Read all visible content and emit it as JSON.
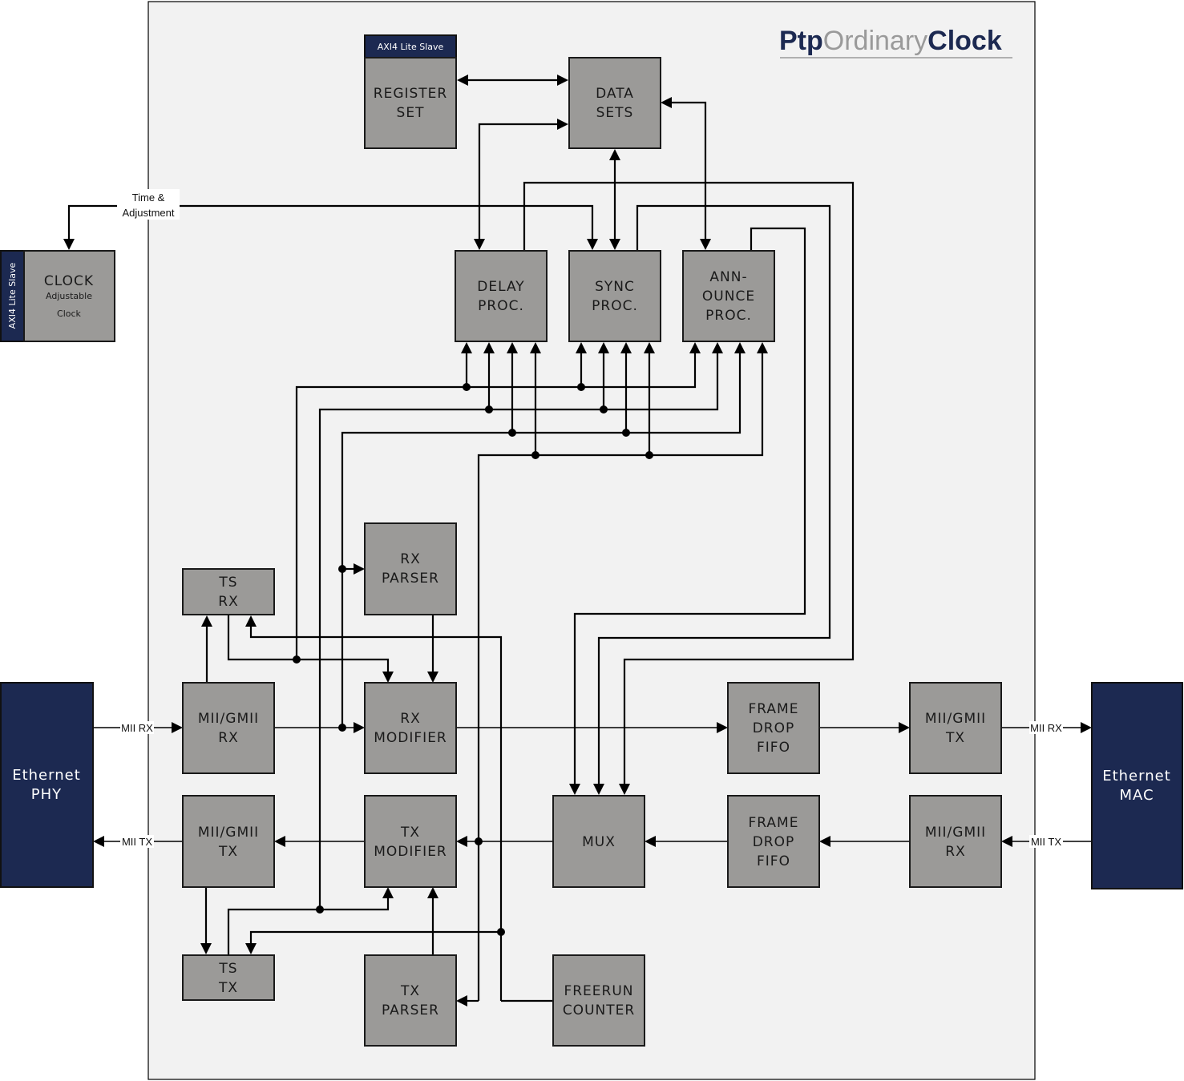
{
  "title": {
    "part1": "Ptp",
    "part2": "Ordinary",
    "part3": "Clock"
  },
  "interface_header": "AXI4 Lite Slave",
  "external": {
    "phy": {
      "line1": "Ethernet",
      "line2": "PHY"
    },
    "mac": {
      "line1": "Ethernet",
      "line2": "MAC"
    }
  },
  "clock": {
    "title": "CLOCK",
    "sub1": "Adjustable",
    "sub2": "Clock",
    "header": "AXI4 Lite Slave"
  },
  "time_label": {
    "line1": "Time &",
    "line2": "Adjustment"
  },
  "signals": {
    "mii_rx": "MII RX",
    "mii_tx": "MII TX"
  },
  "blocks": {
    "register_set": [
      "REGISTER",
      "SET"
    ],
    "data_sets": [
      "DATA",
      "SETS"
    ],
    "delay_proc": [
      "DELAY",
      "PROC."
    ],
    "sync_proc": [
      "SYNC",
      "PROC."
    ],
    "announce_proc": [
      "ANN-",
      "OUNCE",
      "PROC."
    ],
    "ts_rx": [
      "TS",
      "RX"
    ],
    "rx_parser": [
      "RX",
      "PARSER"
    ],
    "mii_gmii_rx_left": [
      "MII/GMII",
      "RX"
    ],
    "rx_modifier": [
      "RX",
      "MODIFIER"
    ],
    "frame_drop_fifo_top": [
      "FRAME",
      "DROP",
      "FIFO"
    ],
    "mii_gmii_tx_right": [
      "MII/GMII",
      "TX"
    ],
    "mii_gmii_tx_left": [
      "MII/GMII",
      "TX"
    ],
    "tx_modifier": [
      "TX",
      "MODIFIER"
    ],
    "mux": [
      "MUX"
    ],
    "frame_drop_fifo_bottom": [
      "FRAME",
      "DROP",
      "FIFO"
    ],
    "mii_gmii_rx_right": [
      "MII/GMII",
      "RX"
    ],
    "ts_tx": [
      "TS",
      "TX"
    ],
    "tx_parser": [
      "TX",
      "PARSER"
    ],
    "freerun_counter": [
      "FREERUN",
      "COUNTER"
    ]
  },
  "colors": {
    "navy": "#1c2951",
    "block_gray": "#9b9a98",
    "frame_bg": "#f2f2f2"
  }
}
